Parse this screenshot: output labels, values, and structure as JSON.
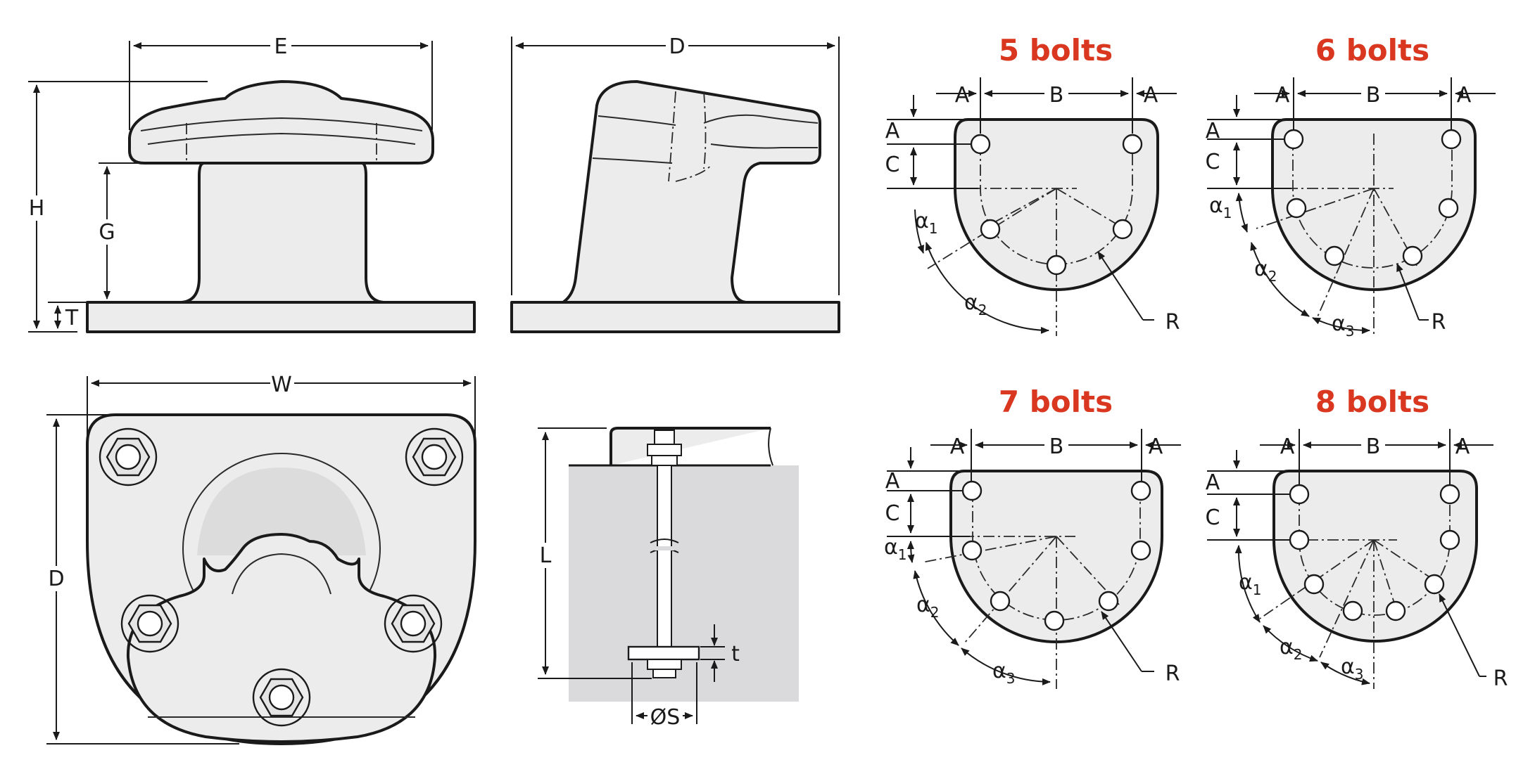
{
  "front_view": {
    "dim_width": "E",
    "dim_height": "H",
    "dim_neck": "G",
    "dim_base": "T"
  },
  "side_view": {
    "dim_depth": "D"
  },
  "top_view": {
    "dim_width": "W",
    "dim_depth": "D"
  },
  "bolt_detail": {
    "dim_length": "L",
    "dim_plate": "t",
    "dim_diameter": "ØS"
  },
  "layouts": [
    {
      "title": "5 bolts",
      "labels": {
        "a": "A",
        "b": "B",
        "c": "C",
        "r": "R"
      },
      "angles": [
        {
          "letter": "α",
          "index": "1"
        },
        {
          "letter": "α",
          "index": "2"
        }
      ]
    },
    {
      "title": "6 bolts",
      "labels": {
        "a": "A",
        "b": "B",
        "c": "C",
        "r": "R"
      },
      "angles": [
        {
          "letter": "α",
          "index": "1"
        },
        {
          "letter": "α",
          "index": "2"
        },
        {
          "letter": "α",
          "index": "3"
        }
      ]
    },
    {
      "title": "7 bolts",
      "labels": {
        "a": "A",
        "b": "B",
        "c": "C",
        "r": "R"
      },
      "angles": [
        {
          "letter": "α",
          "index": "1"
        },
        {
          "letter": "α",
          "index": "2"
        },
        {
          "letter": "α",
          "index": "3"
        }
      ]
    },
    {
      "title": "8 bolts",
      "labels": {
        "a": "A",
        "b": "B",
        "c": "C",
        "r": "R"
      },
      "angles": [
        {
          "letter": "α",
          "index": "1"
        },
        {
          "letter": "α",
          "index": "2"
        },
        {
          "letter": "α",
          "index": "3"
        }
      ]
    }
  ],
  "colors": {
    "title_red": "#d9371f",
    "body_fill": "#ececec",
    "concrete": "#dadadc",
    "outline": "#1a1a1a"
  }
}
